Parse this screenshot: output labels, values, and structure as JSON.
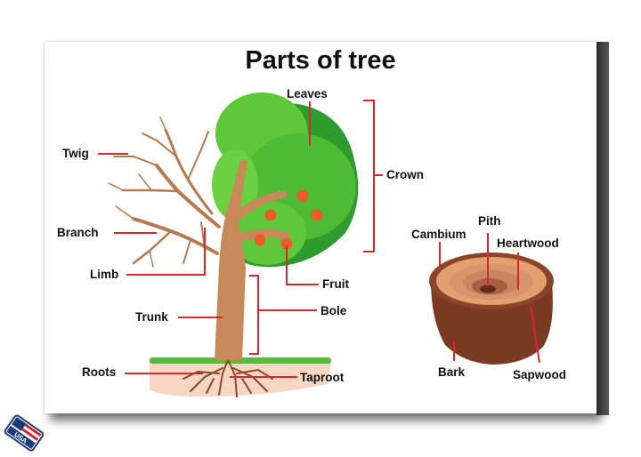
{
  "title": "Parts of tree",
  "labels": {
    "leaves": "Leaves",
    "twig": "Twig",
    "crown": "Crown",
    "branch": "Branch",
    "limb": "Limb",
    "fruit": "Fruit",
    "bole": "Bole",
    "trunk": "Trunk",
    "roots": "Roots",
    "taproot": "Taproot",
    "pith": "Pith",
    "cambium": "Cambium",
    "heartwood": "Heartwood",
    "bark": "Bark",
    "sapwood": "Sapwood"
  },
  "badge": {
    "text": "USA"
  },
  "colors": {
    "leader": "#d8282c",
    "trunk": "#c8895a",
    "leaf_light": "#5ec83a",
    "leaf_dark": "#2f9a2e",
    "fruit": "#f05a28",
    "grass": "#58b93a",
    "soil": "#f7d6c4"
  }
}
